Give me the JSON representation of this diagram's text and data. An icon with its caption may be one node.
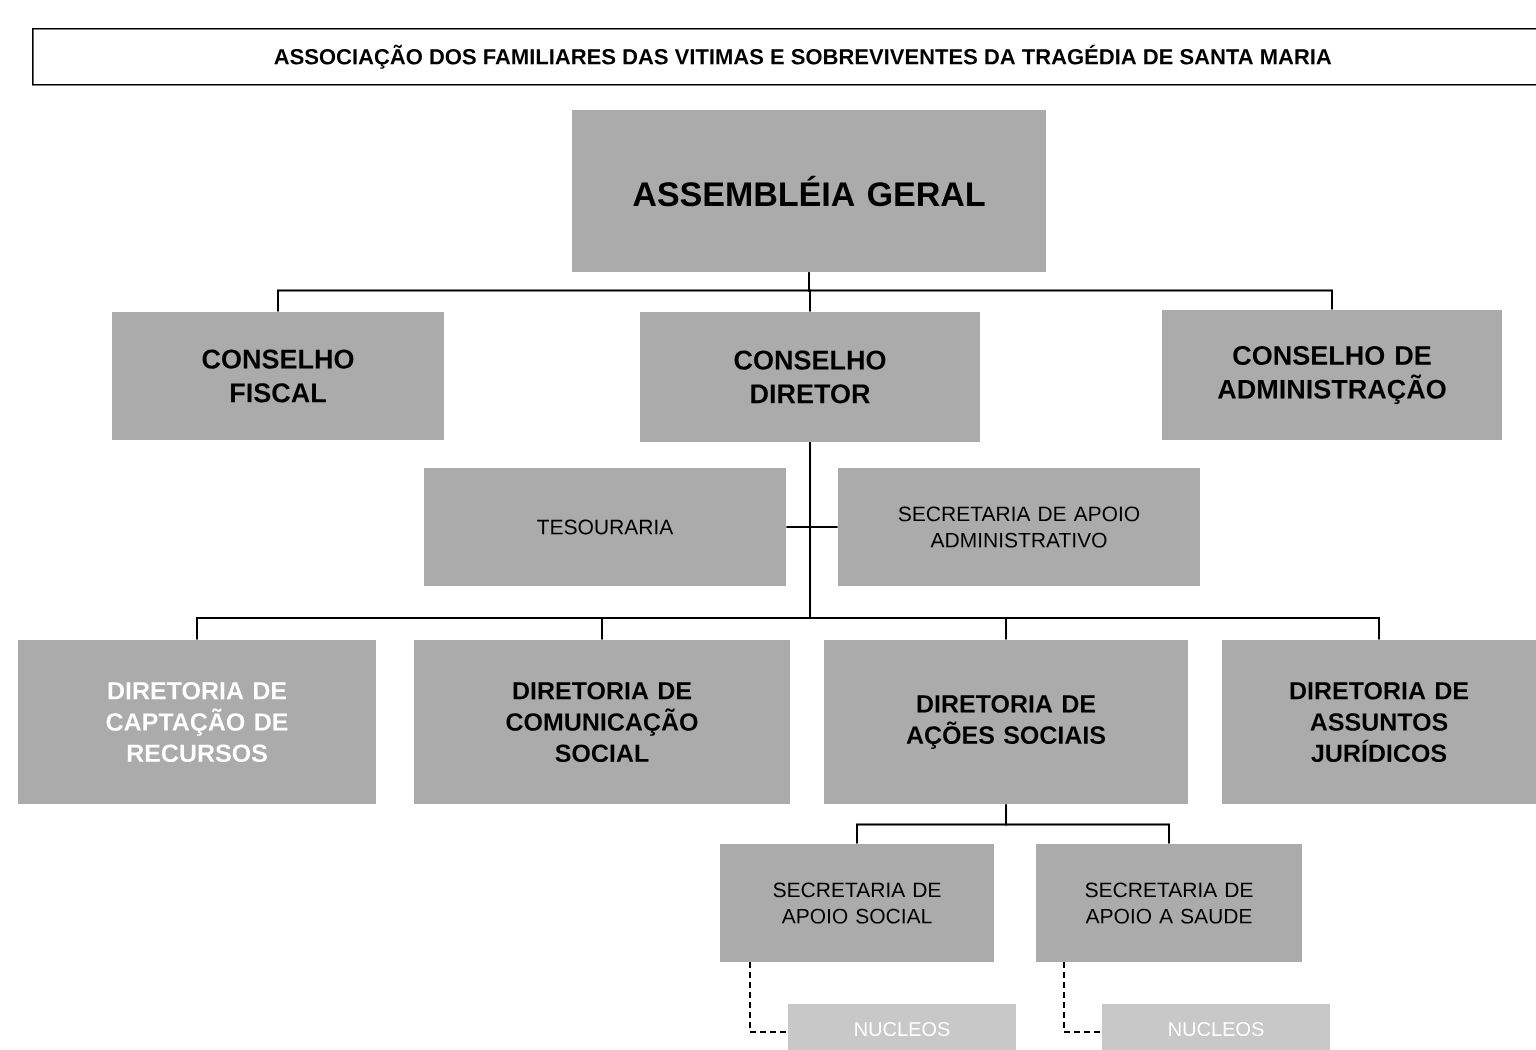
{
  "diagram": {
    "title": "ASSOCIAÇÃO DOS FAMILIARES DAS VITIMAS E SOBREVIVENTES DA TRAGÉDIA DE SANTA MARIA",
    "nodes": [
      {
        "text": [
          "ASSEMBLÉIA GERAL"
        ]
      },
      {
        "text": [
          "CONSELHO FISCAL"
        ]
      },
      {
        "text": [
          "CONSELHO DIRETOR"
        ]
      },
      {
        "text": [
          "CONSELHO DE ADMINISTRAÇÃO"
        ]
      },
      {
        "text": [
          "TESOURARIA"
        ]
      },
      {
        "text": [
          "SECRETARIA DE APOIO ADMINISTRATIVO"
        ]
      },
      {
        "text": [
          "DIRETORIA DE CAPTAÇÃO DE RECURSOS"
        ]
      },
      {
        "text": [
          "DIRETORIA DE COMUNICAÇÃO SOCIAL"
        ]
      },
      {
        "text": [
          "DIRETORIA DE AÇÕES SOCIAIS"
        ]
      },
      {
        "text": [
          "DIRETORIA DE ASSUNTOS JURÍDICOS"
        ]
      },
      {
        "text": [
          "SECRETARIA DE APOIO SOCIAL"
        ]
      },
      {
        "text": [
          "SECRETARIA DE APOIO A SAUDE"
        ]
      },
      {
        "text": [
          "NUCLEOS"
        ]
      },
      {
        "text": [
          "NUCLEOS"
        ]
      }
    ],
    "edges": [
      {
        "from": 0,
        "to": 1,
        "arrow": "none"
      },
      {
        "from": 0,
        "to": 2,
        "arrow": "none"
      },
      {
        "from": 0,
        "to": 3,
        "arrow": "none"
      },
      {
        "from": 2,
        "to": 4,
        "arrow": "none"
      },
      {
        "from": 2,
        "to": 5,
        "arrow": "none"
      },
      {
        "from": 2,
        "to": 6,
        "arrow": "none"
      },
      {
        "from": 2,
        "to": 7,
        "arrow": "none"
      },
      {
        "from": 2,
        "to": 8,
        "arrow": "none"
      },
      {
        "from": 2,
        "to": 9,
        "arrow": "none"
      },
      {
        "from": 8,
        "to": 10,
        "arrow": "none"
      },
      {
        "from": 8,
        "to": 11,
        "arrow": "none"
      },
      {
        "from": 10,
        "to": 12,
        "arrow": "none",
        "style": "dashed"
      },
      {
        "from": 11,
        "to": 13,
        "arrow": "none",
        "style": "dashed"
      }
    ]
  }
}
